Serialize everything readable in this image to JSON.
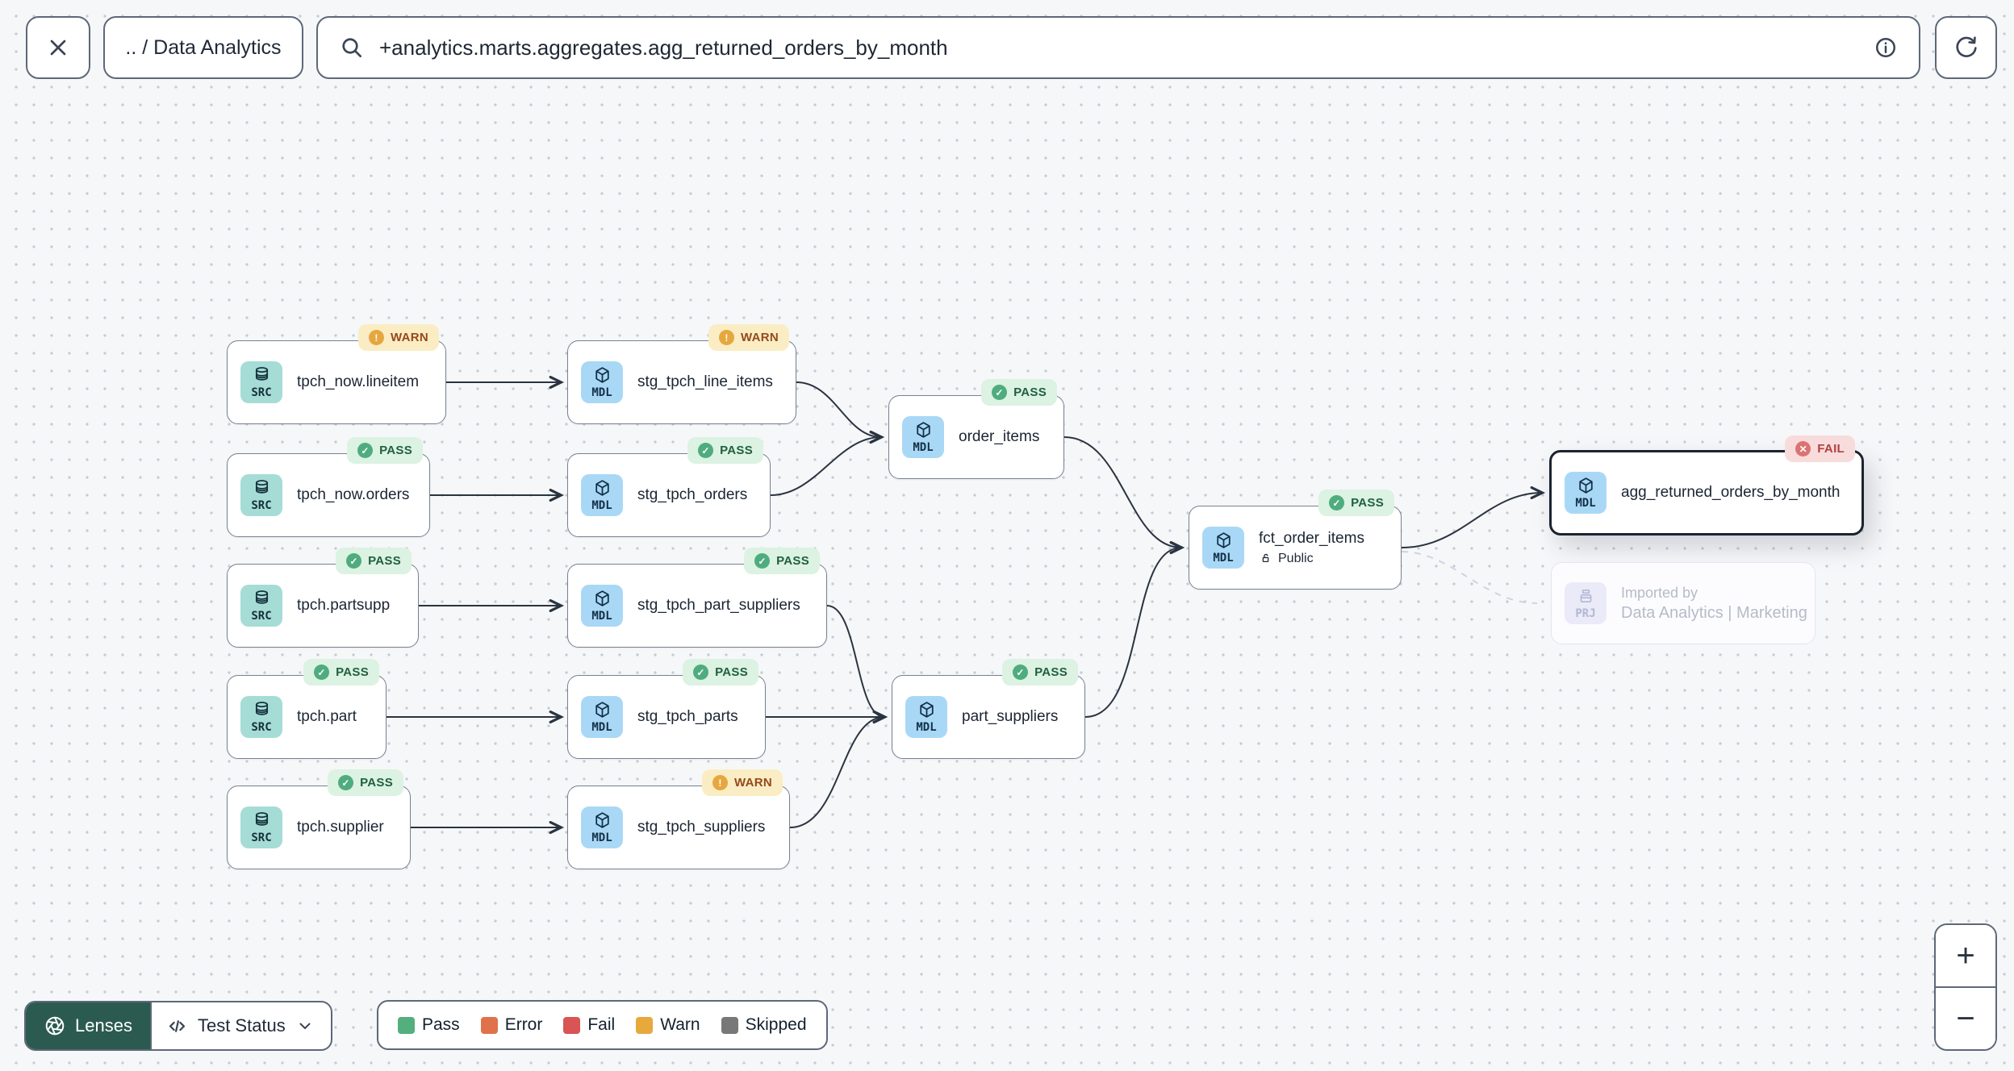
{
  "toolbar": {
    "breadcrumb": ".. / Data Analytics",
    "search_value": "+analytics.marts.aggregates.agg_returned_orders_by_month"
  },
  "graph": {
    "nodes": [
      {
        "id": "tpch_now.lineitem",
        "kind": "SRC",
        "label": "tpch_now.lineitem",
        "status": "WARN"
      },
      {
        "id": "stg_tpch_line_items",
        "kind": "MDL",
        "label": "stg_tpch_line_items",
        "status": "WARN"
      },
      {
        "id": "tpch_now.orders",
        "kind": "SRC",
        "label": "tpch_now.orders",
        "status": "PASS"
      },
      {
        "id": "stg_tpch_orders",
        "kind": "MDL",
        "label": "stg_tpch_orders",
        "status": "PASS"
      },
      {
        "id": "order_items",
        "kind": "MDL",
        "label": "order_items",
        "status": "PASS"
      },
      {
        "id": "tpch.partsupp",
        "kind": "SRC",
        "label": "tpch.partsupp",
        "status": "PASS"
      },
      {
        "id": "stg_tpch_part_suppliers",
        "kind": "MDL",
        "label": "stg_tpch_part_suppliers",
        "status": "PASS"
      },
      {
        "id": "tpch.part",
        "kind": "SRC",
        "label": "tpch.part",
        "status": "PASS"
      },
      {
        "id": "stg_tpch_parts",
        "kind": "MDL",
        "label": "stg_tpch_parts",
        "status": "PASS"
      },
      {
        "id": "part_suppliers",
        "kind": "MDL",
        "label": "part_suppliers",
        "status": "PASS"
      },
      {
        "id": "tpch.supplier",
        "kind": "SRC",
        "label": "tpch.supplier",
        "status": "PASS"
      },
      {
        "id": "stg_tpch_suppliers",
        "kind": "MDL",
        "label": "stg_tpch_suppliers",
        "status": "WARN"
      },
      {
        "id": "fct_order_items",
        "kind": "MDL",
        "label": "fct_order_items",
        "status": "PASS",
        "access": "Public"
      },
      {
        "id": "agg_returned_orders_by_month",
        "kind": "MDL",
        "label": "agg_returned_orders_by_month",
        "status": "FAIL",
        "selected": true
      },
      {
        "id": "imported_project",
        "kind": "PRJ",
        "label": "Imported by",
        "sublabel": "Data Analytics | Marketing",
        "faded": true
      }
    ]
  },
  "footer": {
    "lenses_label": "Lenses",
    "lens_selector_label": "Test Status",
    "legend": [
      {
        "label": "Pass",
        "color": "#53AF7D"
      },
      {
        "label": "Error",
        "color": "#E0724B"
      },
      {
        "label": "Fail",
        "color": "#D95454"
      },
      {
        "label": "Warn",
        "color": "#E7A83C"
      },
      {
        "label": "Skipped",
        "color": "#787878"
      }
    ]
  },
  "zoom_controls": {
    "zoom_in": "+",
    "zoom_out": "−"
  },
  "colors": {
    "canvas_bg": "#F6F7F9",
    "node_border": "#76828F",
    "selected_border": "#1A2330",
    "src_icon_bg": "#A6DCD6",
    "mdl_icon_bg": "#A9D8F6",
    "lenses_bg": "#2B5B50",
    "pass_badge_bg": "#DCF2E2",
    "warn_badge_bg": "#FAEDC4",
    "fail_badge_bg": "#F8DCDC"
  }
}
